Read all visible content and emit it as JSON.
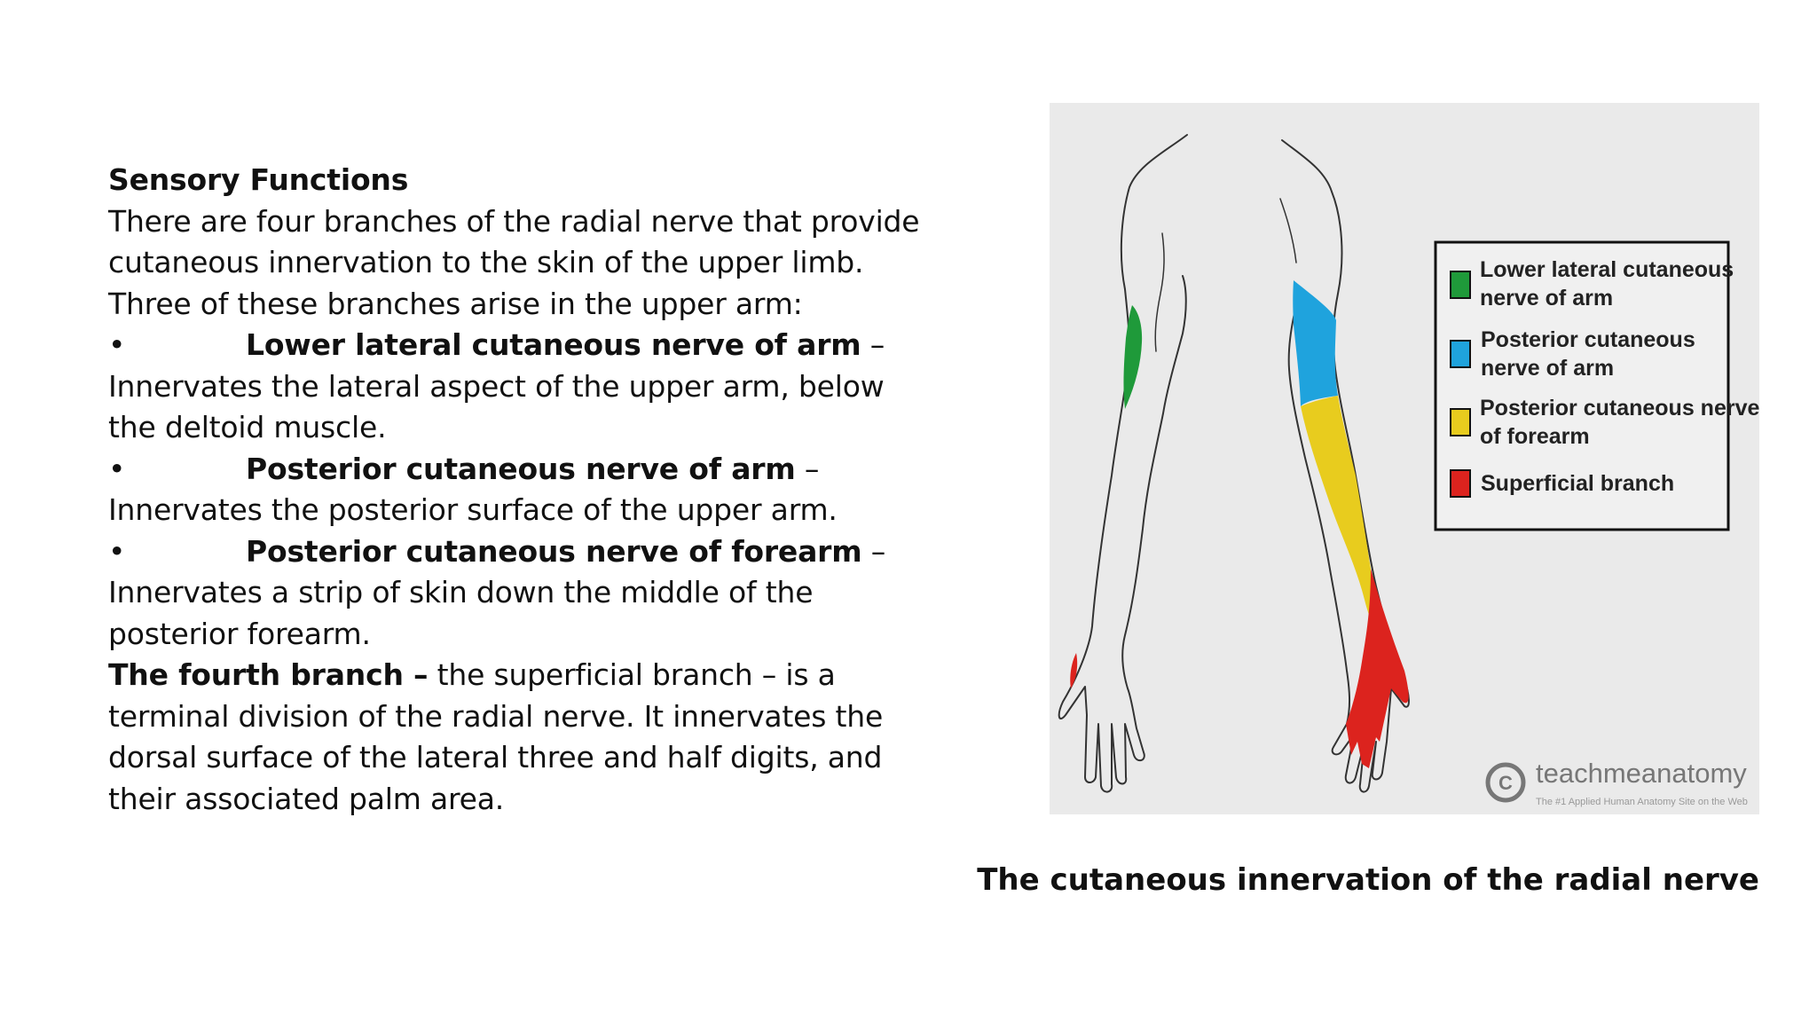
{
  "text": {
    "heading": "Sensory Functions",
    "intro": "There are four branches of the radial nerve that provide cutaneous innervation to the skin of the upper limb. Three of these branches arise in the upper arm:",
    "bullet_symbol": "•",
    "bullets": [
      {
        "term": "Lower lateral cutaneous nerve of arm",
        "desc": " – Innervates the lateral aspect of the upper arm, below the deltoid muscle."
      },
      {
        "term": "Posterior cutaneous nerve of arm",
        "desc": " – Innervates the posterior surface of the upper arm."
      },
      {
        "term": "Posterior cutaneous nerve of forearm",
        "desc": " – Innervates a strip of skin down the middle of the posterior forearm."
      }
    ],
    "fourth_term": "The fourth branch –",
    "fourth_desc": " the superficial branch – is a terminal division of the radial nerve. It innervates the dorsal surface of the lateral three and half digits, and their associated palm area."
  },
  "figure": {
    "legend": [
      {
        "line1": "Lower lateral cutaneous",
        "line2": "nerve of arm",
        "color": "#1f9a3a"
      },
      {
        "line1": "Posterior cutaneous",
        "line2": "nerve of arm",
        "color": "#1fa3dd"
      },
      {
        "line1": "Posterior cutaneous nerve",
        "line2": "of forearm",
        "color": "#e8cc1e"
      },
      {
        "line1": "Superficial branch",
        "line2": "",
        "color": "#dc231e"
      }
    ],
    "watermark_brand": "teachmeanatomy",
    "watermark_tagline": "The #1 Applied Human Anatomy Site on the Web",
    "copyright_symbol": "C"
  },
  "caption": "The cutaneous innervation of the radial nerve"
}
